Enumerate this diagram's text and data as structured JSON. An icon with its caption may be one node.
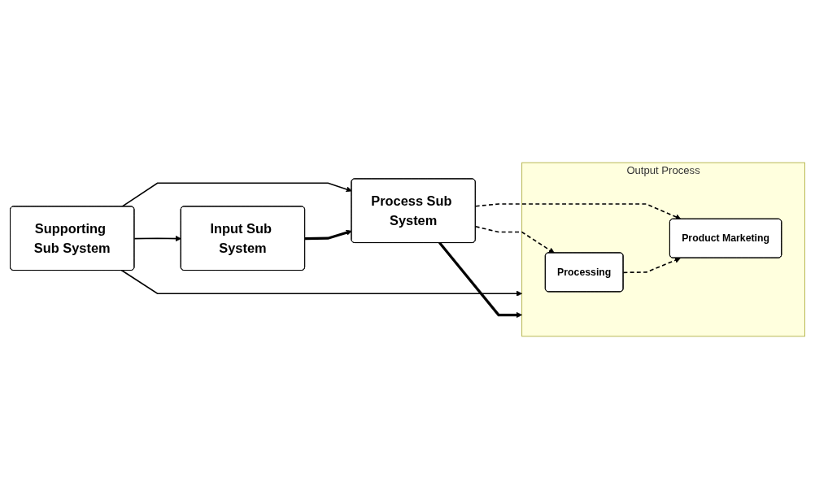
{
  "diagram": {
    "nodes": [
      {
        "text": [
          "Supporting Sub System"
        ]
      },
      {
        "text": [
          "Input Sub System"
        ]
      },
      {
        "text": [
          "Process Sub System"
        ]
      },
      {
        "text": [
          "Output Process"
        ]
      },
      {
        "text": [
          "Processing"
        ],
        "in": 3
      },
      {
        "text": [
          "Product Marketing"
        ],
        "in": 3
      }
    ],
    "edges": [
      {
        "from": 0,
        "to": 1,
        "arrow": "to"
      },
      {
        "from": 0,
        "to": 2,
        "arrow": "to"
      },
      {
        "from": 0,
        "to": 3,
        "arrow": "to"
      },
      {
        "from": 1,
        "to": 2,
        "arrow": "to",
        "style": "thick"
      },
      {
        "from": 2,
        "to": 3,
        "arrow": "to",
        "style": "thick"
      },
      {
        "from": 2,
        "to": 4,
        "arrow": "to",
        "style": "dashed"
      },
      {
        "from": 2,
        "to": 5,
        "arrow": "to",
        "style": "dashed"
      },
      {
        "from": 4,
        "to": 5,
        "arrow": "to",
        "style": "dashed"
      }
    ]
  }
}
